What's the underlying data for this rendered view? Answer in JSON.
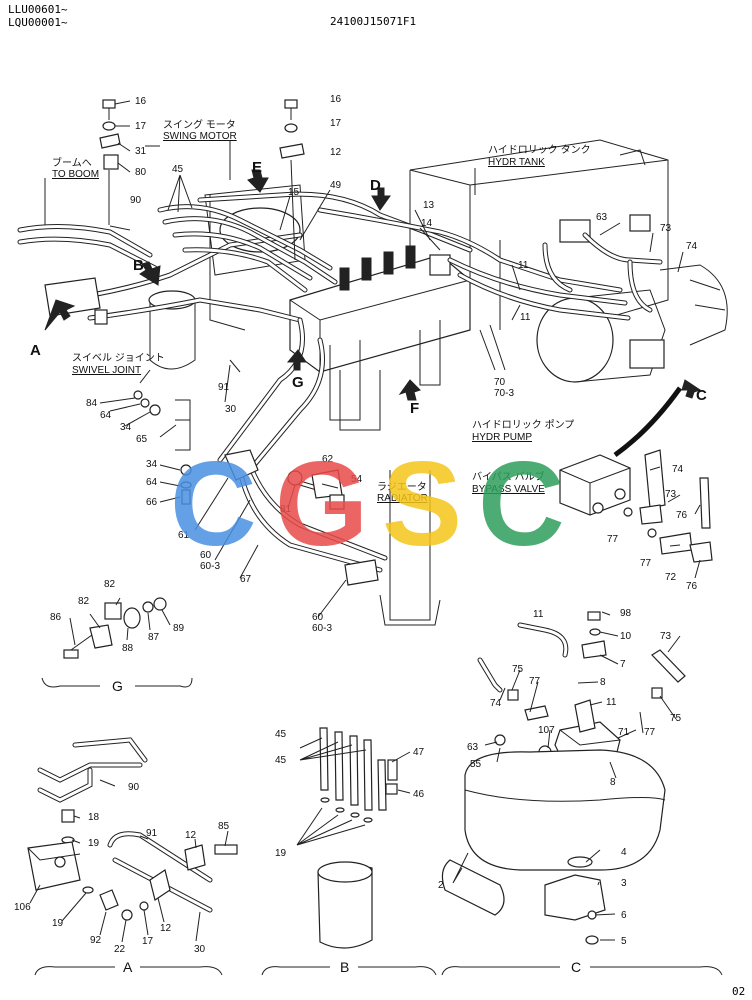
{
  "header": {
    "serial_1": "LLU00601~",
    "serial_2": "LQU00001~",
    "drawing_no": "24100J15071F1",
    "page_code": "02"
  },
  "labels": {
    "to_boom_jp": "ブームへ",
    "to_boom": "TO BOOM",
    "swing_motor_jp": "スイング モータ",
    "swing_motor": "SWING MOTOR",
    "hydr_tank_jp": "ハイドロリック タンク",
    "hydr_tank": "HYDR TANK",
    "swivel_joint_jp": "スイベル ジョイント",
    "swivel_joint": "SWIVEL JOINT",
    "hydr_pump_jp": "ハイドロリック ポンプ",
    "hydr_pump": "HYDR PUMP",
    "radiator_jp": "ラジエータ",
    "radiator": "RADIATOR",
    "bypass_valve_jp": "バイパス バルブ",
    "bypass_valve": "BYPASS VALVE"
  },
  "view_letters": [
    "A",
    "B",
    "C",
    "D",
    "E",
    "F",
    "G"
  ],
  "section_labels": [
    "G",
    "A",
    "B",
    "C"
  ],
  "watermark": [
    "C",
    "G",
    "S",
    "C"
  ],
  "watermark_colors": [
    "#4a90e2",
    "#e94b4b",
    "#f5c518",
    "#2e9e5b"
  ],
  "part_numbers": {
    "p16a": "16",
    "p17a": "17",
    "p31": "31",
    "p80": "80",
    "p16b": "16",
    "p17b": "17",
    "p12a": "12",
    "p45a": "45",
    "p15": "15",
    "p49": "49",
    "p13": "13",
    "p14": "14",
    "p90a": "90",
    "p63a": "63",
    "p73a": "73",
    "p74a": "74",
    "p11a": "11",
    "p11b": "11",
    "p91a": "91",
    "p30a": "30",
    "p70": "70",
    "p70_3": "70-3",
    "p84": "84",
    "p64a": "64",
    "p34a": "34",
    "p65": "65",
    "p34b": "34",
    "p64b": "64",
    "p66": "66",
    "p62": "62",
    "p54": "54",
    "p81": "81",
    "p61": "61",
    "p60a": "60",
    "p60_3a": "60-3",
    "p67": "67",
    "p60b": "60",
    "p60_3b": "60-3",
    "p74b": "74",
    "p73b": "73",
    "p76a": "76",
    "p77a": "77",
    "p77b": "77",
    "p72": "72",
    "p76b": "76",
    "p82a": "82",
    "p82b": "82",
    "p86": "86",
    "p88": "88",
    "p87": "87",
    "p89": "89",
    "p11c": "11",
    "p98": "98",
    "p10": "10",
    "p7": "7",
    "p73c": "73",
    "p75a": "75",
    "p77c": "77",
    "p8a": "8",
    "p74c": "74",
    "p11d": "11",
    "p77d": "77",
    "p75b": "75",
    "p107": "107",
    "p71": "71",
    "p63b": "63",
    "p55": "55",
    "p8b": "8",
    "p4": "4",
    "p3": "3",
    "p2": "2",
    "p6": "6",
    "p5": "5",
    "p90b": "90",
    "p18": "18",
    "p19a": "19",
    "p91b": "91",
    "p12b": "12",
    "p85": "85",
    "p106": "106",
    "p19b": "19",
    "p92": "92",
    "p22": "22",
    "p17c": "17",
    "p12c": "12",
    "p30b": "30",
    "p45b": "45",
    "p45c": "45",
    "p47": "47",
    "p46": "46",
    "p19c": "19"
  }
}
